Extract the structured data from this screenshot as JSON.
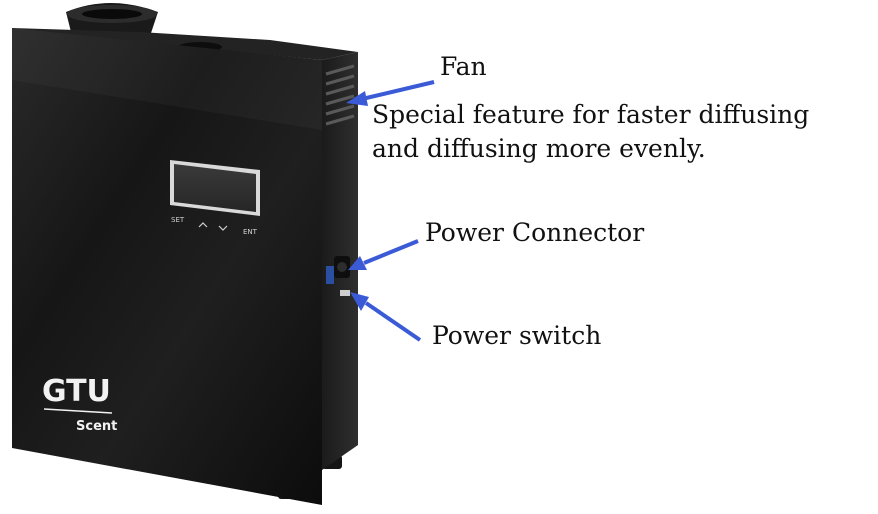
{
  "callouts": {
    "fan": {
      "title": "Fan",
      "description_line1": "Special feature for faster diffusing",
      "description_line2": "and diffusing more evenly."
    },
    "power_connector": {
      "title": "Power Connector"
    },
    "power_switch": {
      "title": "Power switch"
    }
  },
  "device": {
    "brand": "GTU",
    "sub_brand": "Scent",
    "buttons": [
      "SET",
      "ENT"
    ],
    "up_icon": "chevron-up-icon",
    "down_icon": "chevron-down-icon"
  },
  "colors": {
    "arrow": "#3b5bd6",
    "device_body": "#141414",
    "text": "#111111"
  }
}
